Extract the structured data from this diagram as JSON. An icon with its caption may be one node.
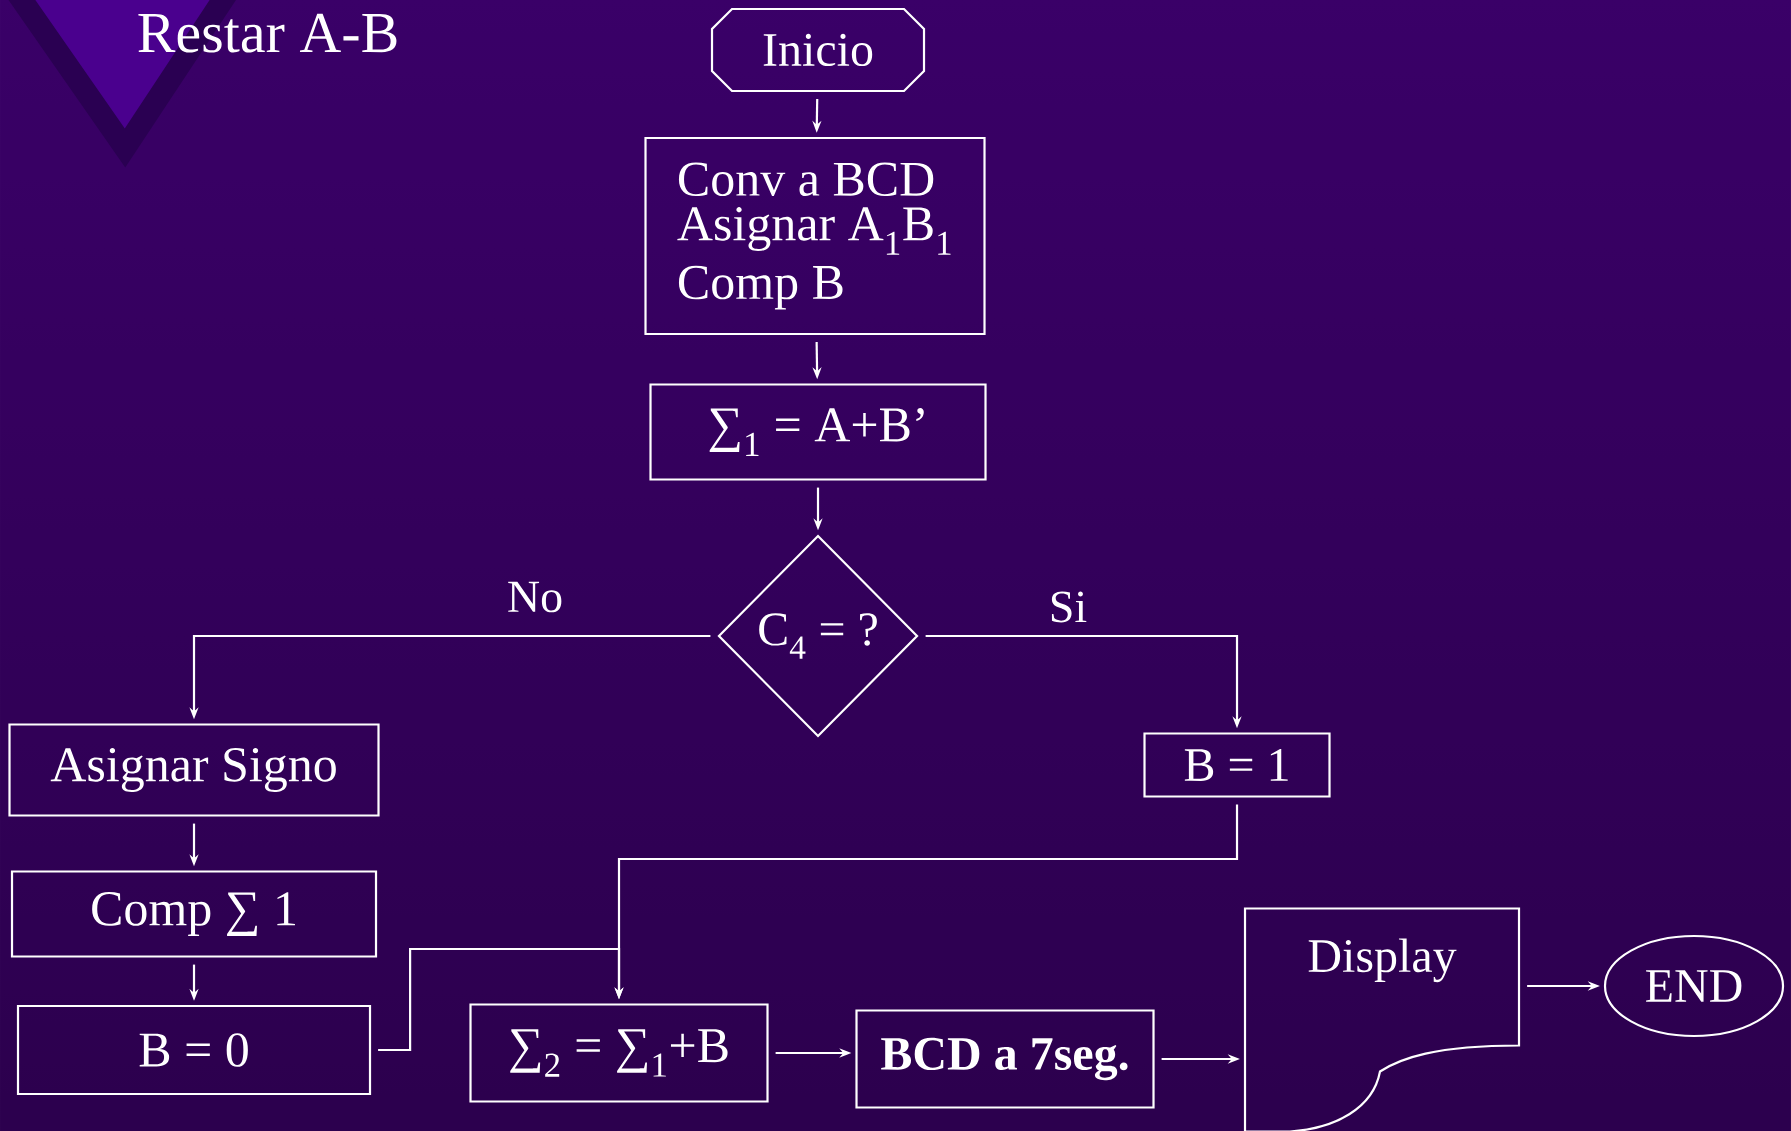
{
  "diagram": {
    "title": "Restar A-B",
    "nodes": [
      {
        "text": [
          "Inicio"
        ]
      },
      {
        "text": [
          "Conv a  BCD",
          "Asignar A$_{1}$B$_{1}$",
          "Comp B"
        ]
      },
      {
        "text": [
          "∑$_{1}$ = A+B’"
        ]
      },
      {
        "text": [
          "C$_{4}$ = ?"
        ]
      },
      {
        "text": [
          "Asignar Signo"
        ]
      },
      {
        "text": [
          "Comp ∑ 1"
        ]
      },
      {
        "text": [
          "B = 0"
        ]
      },
      {
        "text": [
          "B = 1"
        ]
      },
      {
        "text": [
          "∑$_{2}$ = ∑$_{1}$+B"
        ]
      },
      {
        "text": [
          "BCD a 7seg."
        ]
      },
      {
        "text": [
          "Display"
        ]
      },
      {
        "text": [
          "END"
        ]
      }
    ],
    "edges": [
      {
        "from": 0,
        "to": 1,
        "arrow": "to"
      },
      {
        "from": 1,
        "to": 2,
        "arrow": "to"
      },
      {
        "from": 2,
        "to": 3,
        "arrow": "to"
      },
      {
        "from": 3,
        "to": 4,
        "arrow": "to",
        "label": "No"
      },
      {
        "from": 3,
        "to": 7,
        "arrow": "to",
        "label": "Si"
      },
      {
        "from": 4,
        "to": 5,
        "arrow": "to"
      },
      {
        "from": 5,
        "to": 6,
        "arrow": "to"
      },
      {
        "from": 6,
        "to": 8,
        "arrow": "to"
      },
      {
        "from": 7,
        "to": 8,
        "arrow": "to"
      },
      {
        "from": 8,
        "to": 9,
        "arrow": "to"
      },
      {
        "from": 9,
        "to": 10,
        "arrow": "to"
      },
      {
        "from": 10,
        "to": 11,
        "arrow": "to"
      }
    ]
  }
}
